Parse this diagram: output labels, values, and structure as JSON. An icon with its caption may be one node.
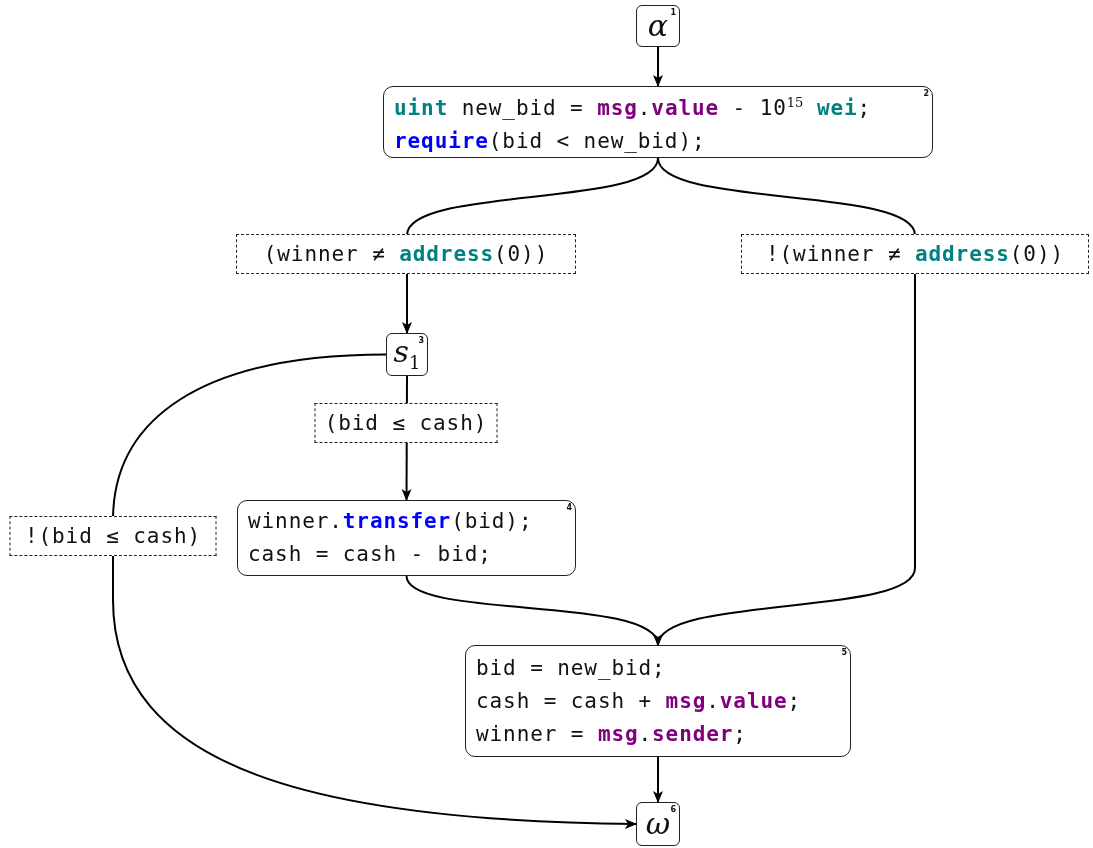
{
  "diagram": {
    "nodes": [
      {
        "text": [
          "α",
          "1"
        ]
      },
      {
        "text": [
          "**uint** new_bid = **msg**.**value** - 10$^{15}$ **wei**;",
          "**require**(bid < new_bid);",
          "2"
        ]
      },
      {
        "text": [
          "s$_{1}$",
          "3"
        ]
      },
      {
        "text": [
          "winner.**transfer**(bid);",
          "cash = cash - bid;",
          "4"
        ]
      },
      {
        "text": [
          "bid = new_bid;",
          "cash = cash + **msg**.**value**;",
          "winner = **msg**.**sender**;",
          "5"
        ]
      },
      {
        "text": [
          "ω",
          "6"
        ]
      }
    ],
    "edges": [
      {
        "from": 0,
        "to": 1,
        "arrow": "to"
      },
      {
        "from": 1,
        "to": 2,
        "arrow": "to",
        "label": "(winner ≠ **address**(0))"
      },
      {
        "from": 1,
        "to": 4,
        "arrow": "to",
        "label": "!(winner ≠ **address**(0))"
      },
      {
        "from": 2,
        "to": 3,
        "arrow": "to",
        "label": "(bid ≤ cash)"
      },
      {
        "from": 2,
        "to": 5,
        "arrow": "to",
        "label": "!(bid ≤ cash)"
      },
      {
        "from": 3,
        "to": 4,
        "arrow": "to"
      },
      {
        "from": 4,
        "to": 5,
        "arrow": "to"
      }
    ]
  }
}
